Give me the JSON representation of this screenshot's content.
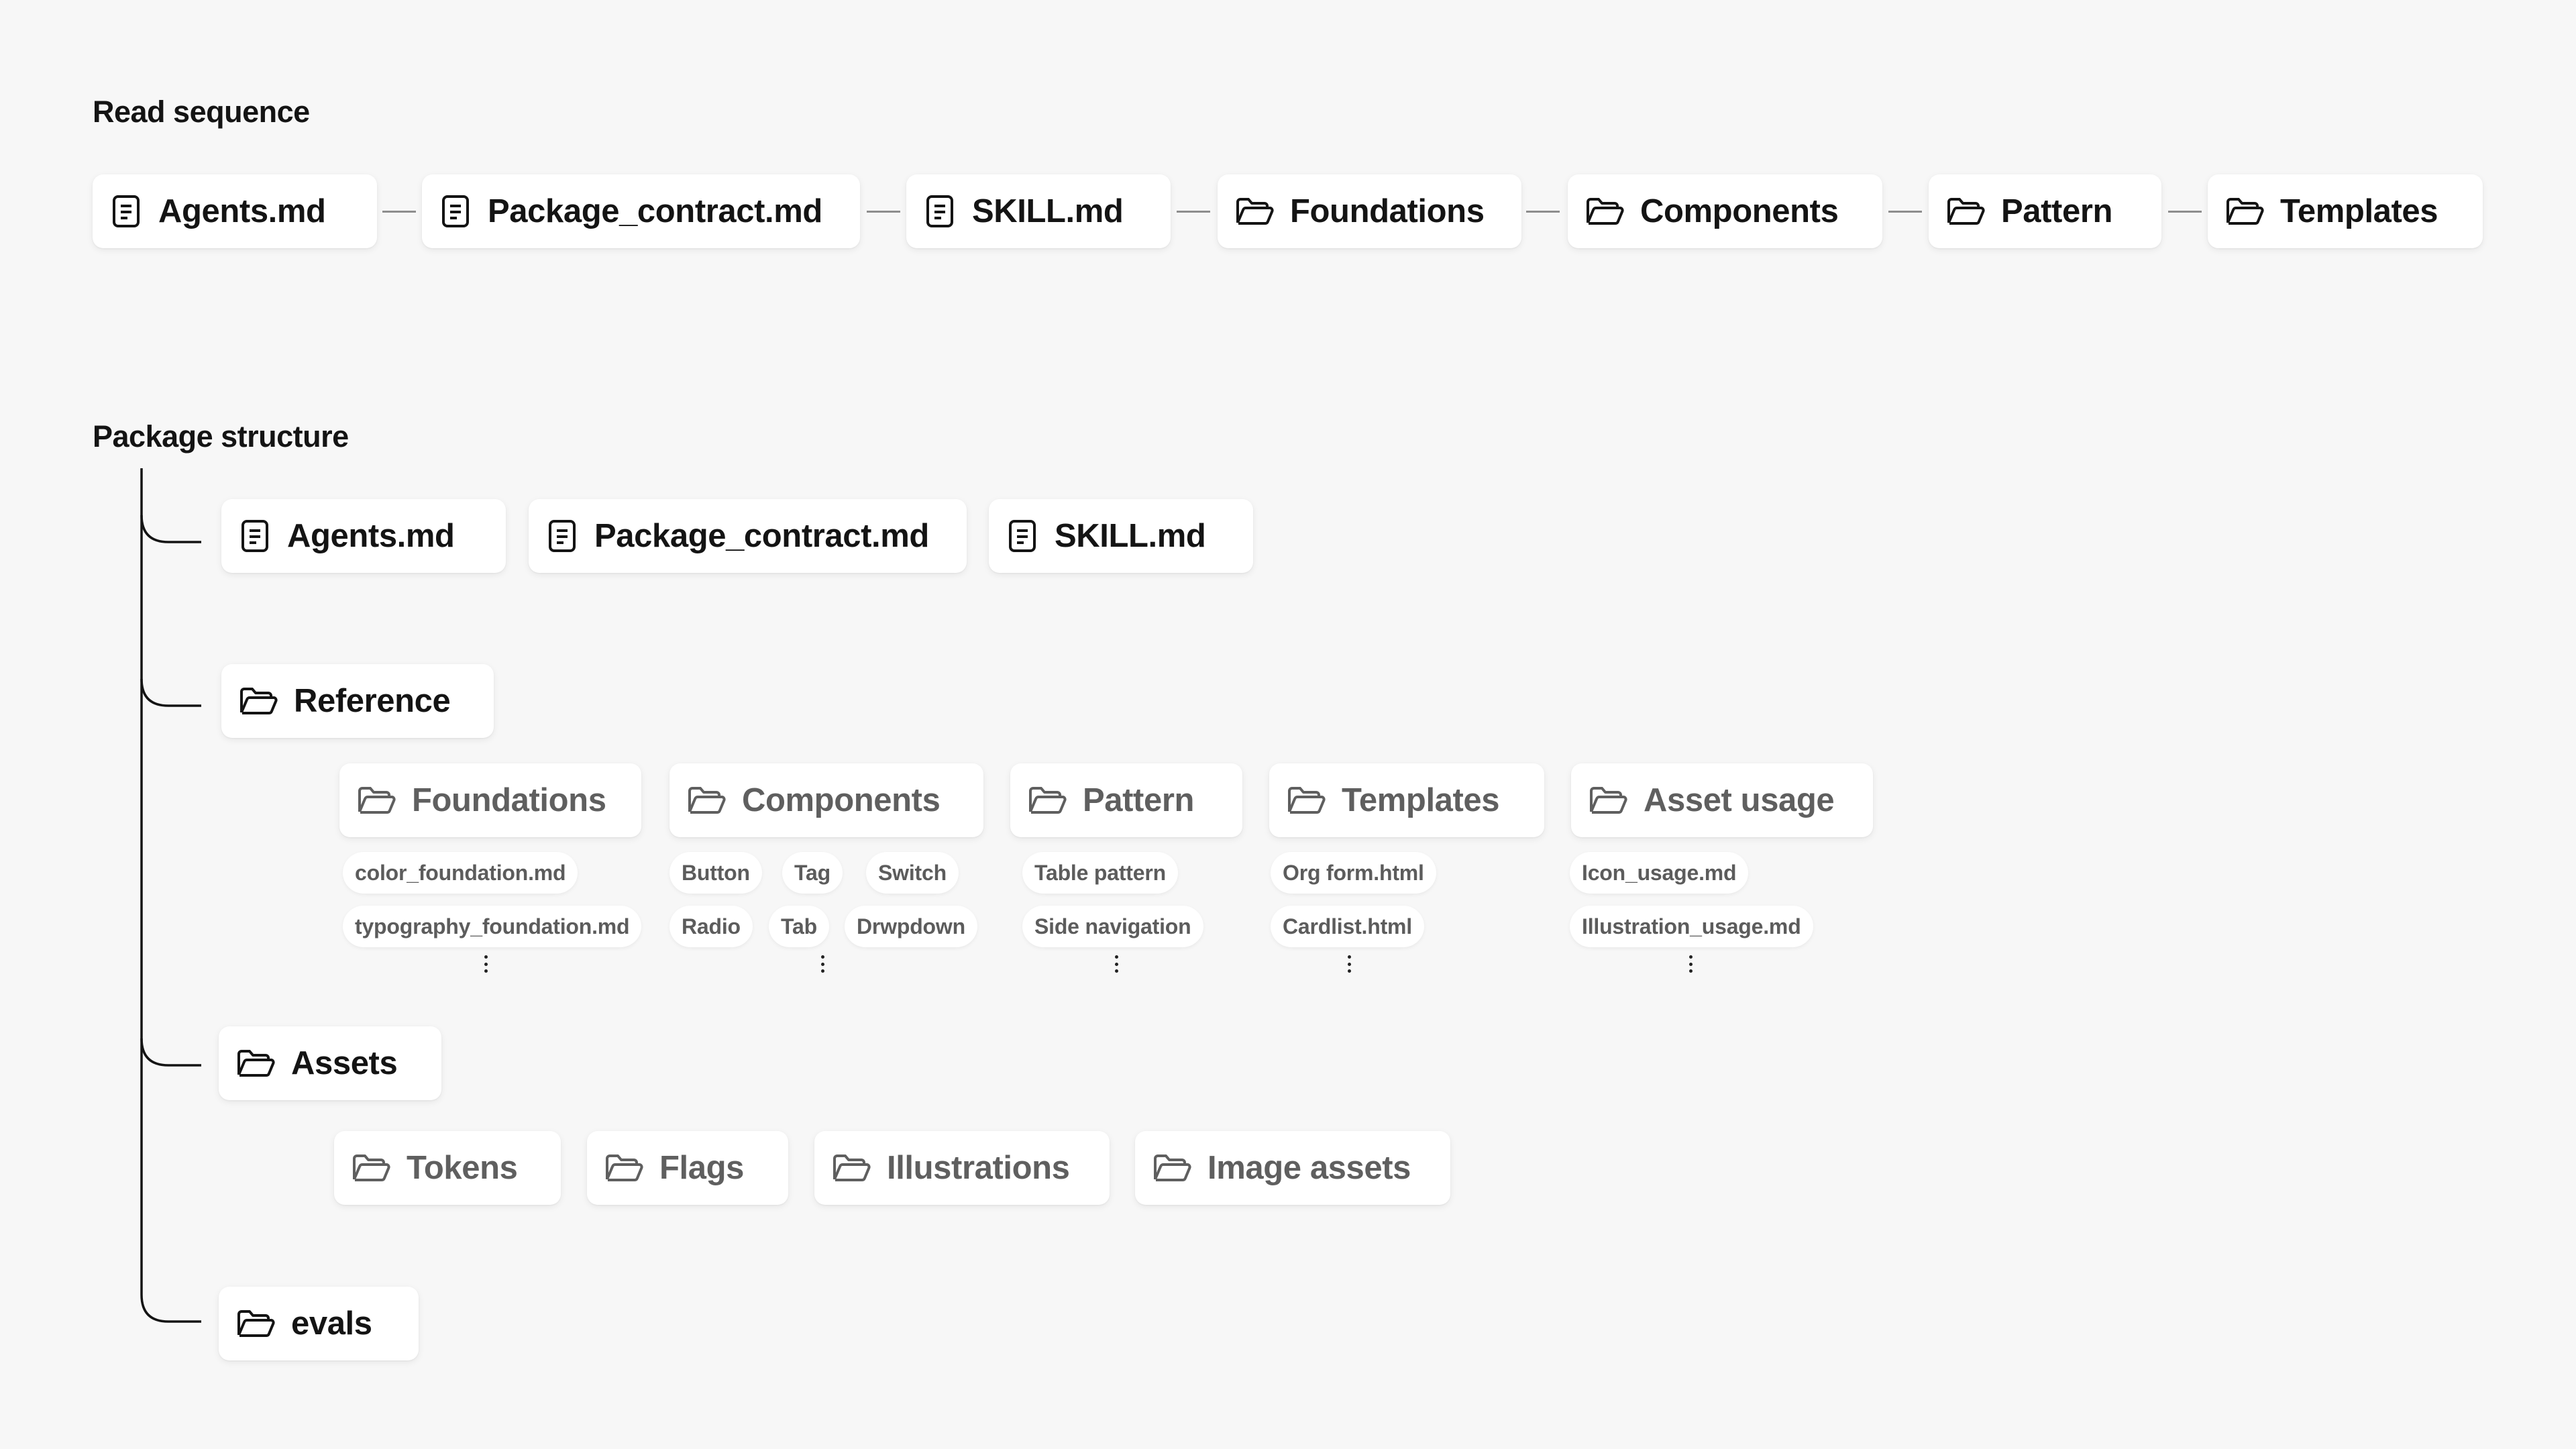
{
  "read_sequence": {
    "title": "Read sequence",
    "items": [
      {
        "label": "Agents.md",
        "icon": "file-icon"
      },
      {
        "label": "Package_contract.md",
        "icon": "file-icon"
      },
      {
        "label": "SKILL.md",
        "icon": "file-icon"
      },
      {
        "label": "Foundations",
        "icon": "folder-icon"
      },
      {
        "label": "Components",
        "icon": "folder-icon"
      },
      {
        "label": "Pattern",
        "icon": "folder-icon"
      },
      {
        "label": "Templates",
        "icon": "folder-icon"
      }
    ]
  },
  "package_structure": {
    "title": "Package structure",
    "root_files": [
      {
        "label": "Agents.md",
        "icon": "file-icon"
      },
      {
        "label": "Package_contract.md",
        "icon": "file-icon"
      },
      {
        "label": "SKILL.md",
        "icon": "file-icon"
      }
    ],
    "reference": {
      "label": "Reference",
      "icon": "folder-icon",
      "folders": [
        {
          "label": "Foundations",
          "icon": "folder-icon",
          "items": [
            "color_foundation.md",
            "typography_foundation.md"
          ],
          "more": "more-icon"
        },
        {
          "label": "Components",
          "icon": "folder-icon",
          "items": [
            "Button",
            "Tag",
            "Switch",
            "Radio",
            "Tab",
            "Drwpdown"
          ],
          "more": "more-icon"
        },
        {
          "label": "Pattern",
          "icon": "folder-icon",
          "items": [
            "Table pattern",
            "Side navigation"
          ],
          "more": "more-icon"
        },
        {
          "label": "Templates",
          "icon": "folder-icon",
          "items": [
            "Org form.html",
            "Cardlist.html"
          ],
          "more": "more-icon"
        },
        {
          "label": "Asset usage",
          "icon": "folder-icon",
          "items": [
            "Icon_usage.md",
            "Illustration_usage.md"
          ],
          "more": "more-icon"
        }
      ]
    },
    "assets": {
      "label": "Assets",
      "icon": "folder-icon",
      "folders": [
        {
          "label": "Tokens",
          "icon": "folder-icon"
        },
        {
          "label": "Flags",
          "icon": "folder-icon"
        },
        {
          "label": "Illustrations",
          "icon": "folder-icon"
        },
        {
          "label": "Image assets",
          "icon": "folder-icon"
        }
      ]
    },
    "evals": {
      "label": "evals",
      "icon": "folder-icon"
    }
  },
  "colors": {
    "background": "#f7f7f7",
    "card": "#ffffff",
    "primary_text": "#141414",
    "secondary_text": "#5f5f5f",
    "connector": "#8e8e8e",
    "tree_line": "#141414"
  }
}
